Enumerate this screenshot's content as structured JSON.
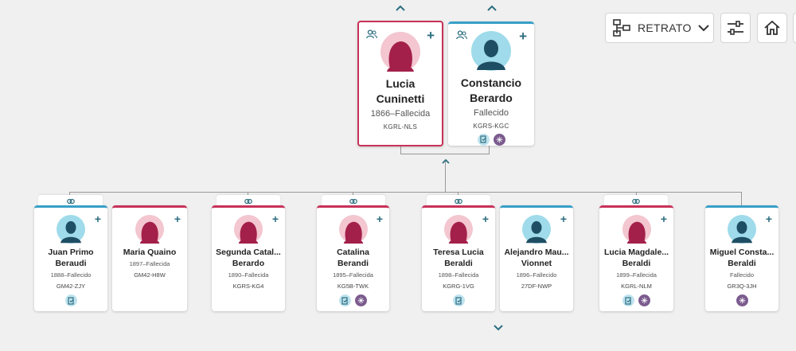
{
  "toolbar": {
    "view_label": "RETRATO",
    "icons": [
      "tree-view-icon",
      "chevron-down-icon",
      "sliders-icon",
      "home-icon"
    ]
  },
  "colors": {
    "female": "#c8325a",
    "male": "#38a0c8",
    "accent": "#2d6e80"
  },
  "parents": [
    {
      "name_line1": "Lucia",
      "name_line2": "Cuninetti",
      "dates": "1866–Fallecida",
      "pid": "KGRL-NLS",
      "gender": "female",
      "selected": true
    },
    {
      "name_line1": "Constancio",
      "name_line2": "Berardo",
      "dates": "Fallecido",
      "pid": "KGRS-KGC",
      "gender": "male",
      "selected": false
    }
  ],
  "children": [
    {
      "name_line1": "Juan Primo",
      "name_line2": "Beraudi",
      "dates": "1888–Fallecido",
      "pid": "GM42-ZJY",
      "gender": "male"
    },
    {
      "name_line1": "Maria Quaino",
      "name_line2": "",
      "dates": "1897–Fallecida",
      "pid": "GM42-H8W",
      "gender": "female"
    },
    {
      "name_line1": "Segunda Catal...",
      "name_line2": "Berardo",
      "dates": "1890–Fallecida",
      "pid": "KGRS-KG4",
      "gender": "female"
    },
    {
      "name_line1": "Catalina",
      "name_line2": "Berandi",
      "dates": "1895–Fallecida",
      "pid": "KG5B-TWK",
      "gender": "female"
    },
    {
      "name_line1": "Teresa Lucia",
      "name_line2": "Beraldi",
      "dates": "1898–Fallecida",
      "pid": "KGRG-1VG",
      "gender": "female"
    },
    {
      "name_line1": "Alejandro Mau...",
      "name_line2": "Vionnet",
      "dates": "1896–Fallecido",
      "pid": "27DF-NWP",
      "gender": "male"
    },
    {
      "name_line1": "Lucia Magdale...",
      "name_line2": "Beraldi",
      "dates": "1899–Fallecida",
      "pid": "KGRL-NLM",
      "gender": "female"
    },
    {
      "name_line1": "Miguel Consta...",
      "name_line2": "Beraldi",
      "dates": "Fallecido",
      "pid": "GR3Q-3JH",
      "gender": "male"
    }
  ]
}
